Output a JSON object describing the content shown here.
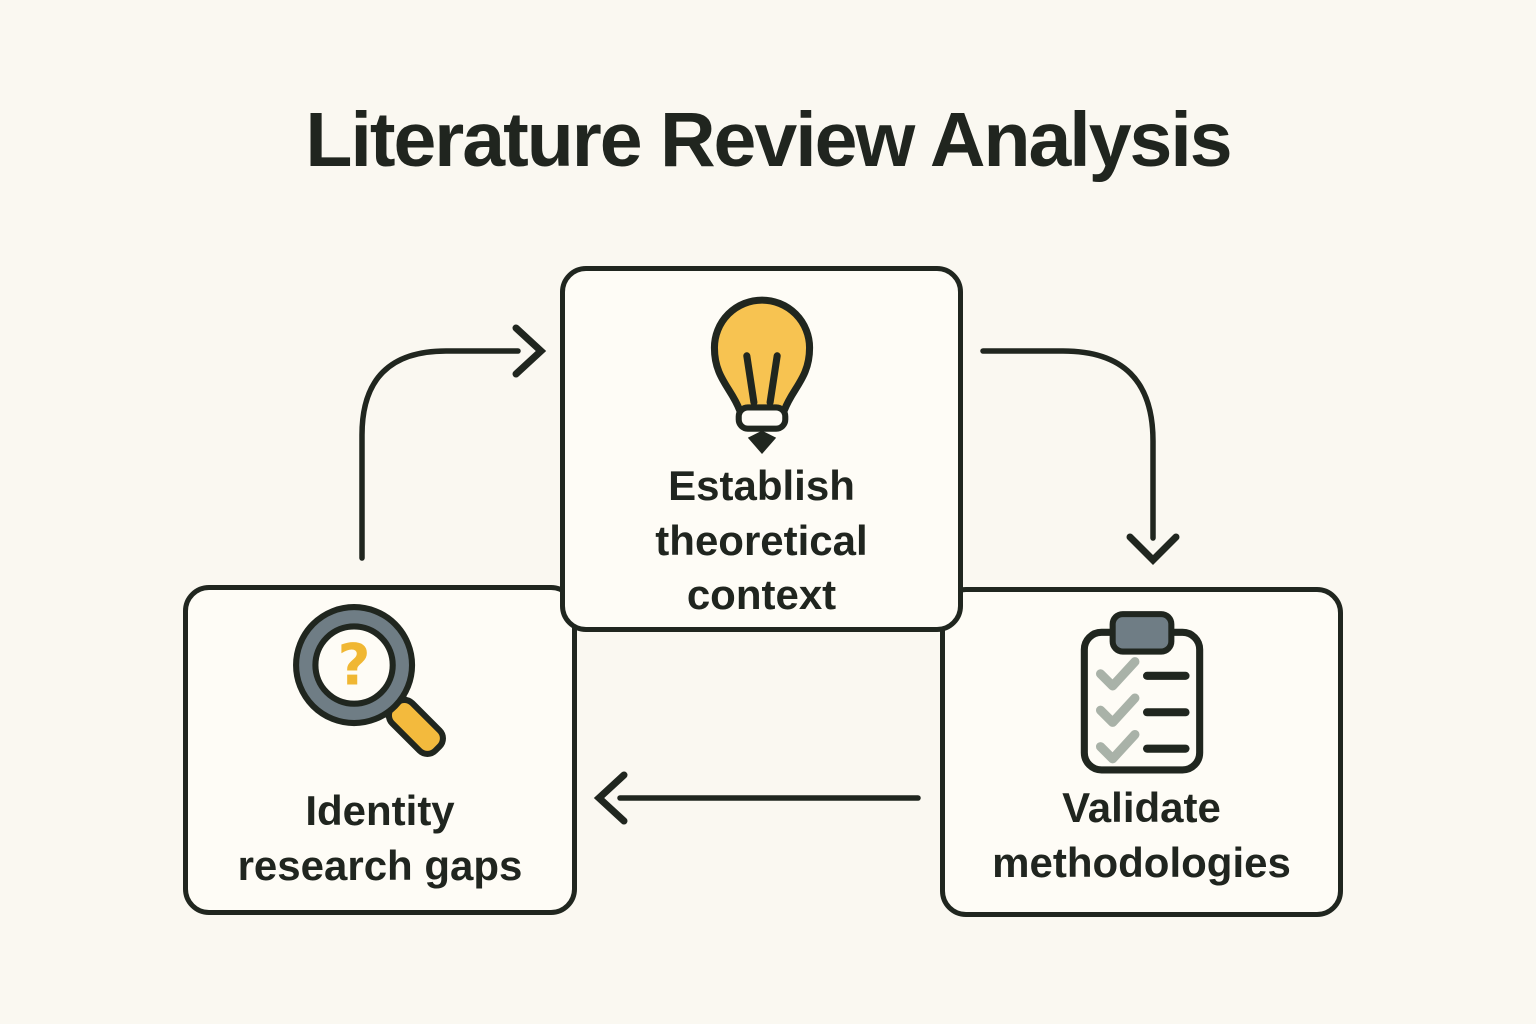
{
  "title": "Literature Review Analysis",
  "diagram": {
    "nodes": [
      {
        "id": "establish-theoretical-context",
        "icon": "lightbulb-icon",
        "lines": [
          "Establish",
          "theoretical",
          "context"
        ]
      },
      {
        "id": "identity-research-gaps",
        "icon": "magnifying-glass-question-icon",
        "lines": [
          "Identity",
          "research gaps"
        ]
      },
      {
        "id": "validate-methodologies",
        "icon": "clipboard-checklist-icon",
        "lines": [
          "Validate",
          "methodologies"
        ]
      }
    ],
    "arrows": [
      {
        "from": "identity-research-gaps",
        "to": "establish-theoretical-context",
        "shape": "up-then-right",
        "head": "right"
      },
      {
        "from": "establish-theoretical-context",
        "to": "validate-methodologies",
        "shape": "right-then-down",
        "head": "down"
      },
      {
        "from": "validate-methodologies",
        "to": "identity-research-gaps",
        "shape": "straight-left",
        "head": "left"
      }
    ]
  },
  "icons": {
    "magnifier_glyph": "?"
  },
  "colors": {
    "background": "#FAF8F1",
    "node_fill": "#FEFCF6",
    "ink": "#20261F",
    "bulb_yellow": "#F7C351",
    "question_mark_yellow": "#F0B733",
    "handle_yellow": "#F3BA3D",
    "slate_gray": "#6F7D85",
    "ferrule_gray": "#5B666C",
    "check_sage": "#A9B2A8"
  }
}
